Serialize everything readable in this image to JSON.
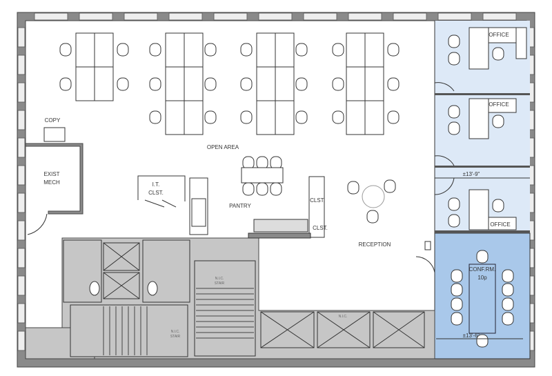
{
  "plan": {
    "colors": {
      "office_fill": "#dde9f7",
      "conference_fill": "#a9c8ea",
      "core_fill": "#c6c6c6",
      "wall": "#8a8a8a"
    },
    "labels": {
      "copy": "COPY",
      "open_area": "OPEN AREA",
      "exist_mech_1": "EXIST",
      "exist_mech_2": "MECH",
      "it_closet_1": "I.T.",
      "it_closet_2": "CLST.",
      "pantry": "PANTRY",
      "closet_a": "CLST.",
      "closet_b": "CLST.",
      "reception": "RECEPTION",
      "office_1": "OFFICE",
      "office_2": "OFFICE",
      "office_3": "OFFICE",
      "office_dimension": "±13'-9\"",
      "conference_1": "CONF.RM.",
      "conference_2": "10p",
      "conference_dimension": "±13'-6\"",
      "stair_a_1": "N.I.C.",
      "stair_a_2": "STAIR",
      "stair_b_1": "N.I.C.",
      "stair_b_2": "STAIR",
      "elevator_nic": "N.I.C."
    }
  }
}
